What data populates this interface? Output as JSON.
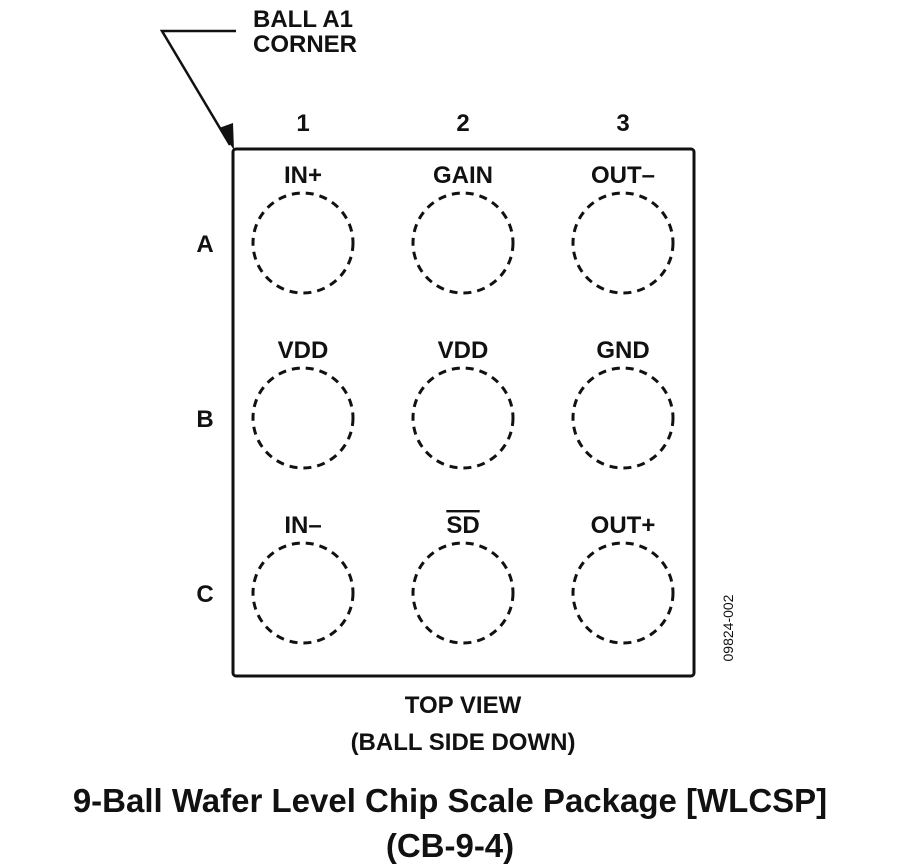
{
  "corner_label": [
    "BALL A1",
    "CORNER"
  ],
  "columns": [
    "1",
    "2",
    "3"
  ],
  "rows": [
    "A",
    "B",
    "C"
  ],
  "balls": [
    [
      "IN+",
      "GAIN",
      "OUT–"
    ],
    [
      "VDD",
      "VDD",
      "GND"
    ],
    [
      "IN–",
      "SD",
      "OUT+"
    ]
  ],
  "overlined": [
    "SD"
  ],
  "figure_code": "09824-002",
  "view_label": [
    "TOP VIEW",
    "(BALL SIDE DOWN)"
  ],
  "caption": [
    "9-Ball Wafer Level Chip Scale Package [WLCSP]",
    "(CB-9-4)"
  ]
}
